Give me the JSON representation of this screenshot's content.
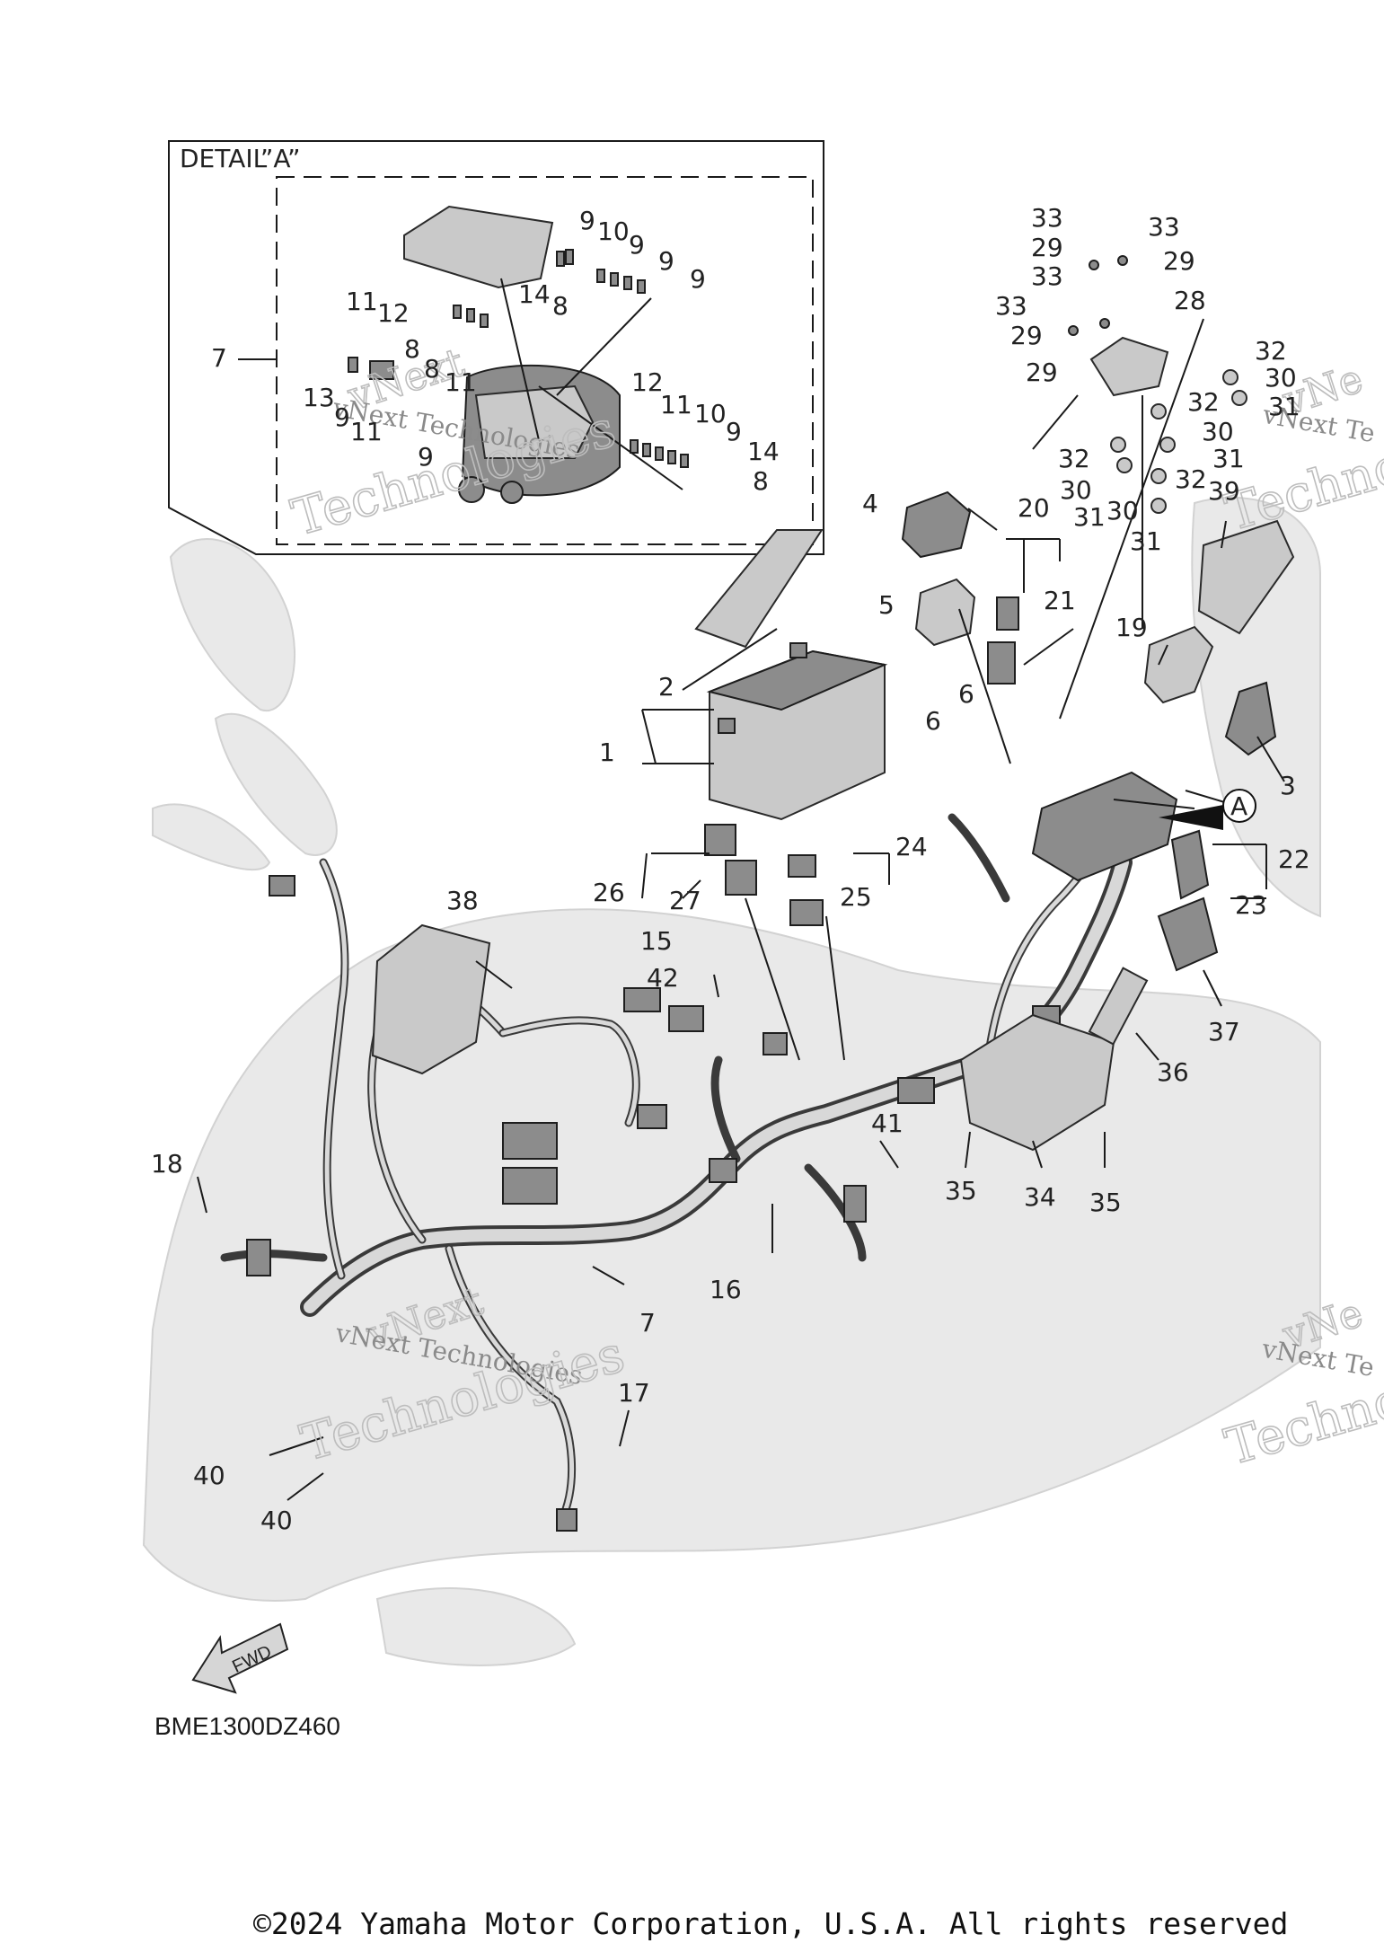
{
  "detail_title": "DETAIL”A”",
  "detail_marker": "A",
  "fwd_label": "FWD",
  "diagram_code": "BME1300DZ460",
  "copyright": "©2024 Yamaha Motor Corporation, U.S.A. All rights reserved",
  "watermark": {
    "line1": "vNext",
    "line2": "vNext Technologies",
    "line3": "Technologies",
    "partial1": "vNe",
    "partial2": "vNext Te",
    "partial3": "Techno"
  },
  "callouts": [
    "1",
    "2",
    "3",
    "4",
    "5",
    "6",
    "7",
    "8",
    "9",
    "10",
    "11",
    "12",
    "13",
    "14",
    "15",
    "16",
    "17",
    "18",
    "19",
    "20",
    "21",
    "22",
    "23",
    "24",
    "25",
    "26",
    "27",
    "28",
    "29",
    "30",
    "31",
    "32",
    "33",
    "34",
    "35",
    "36",
    "37",
    "38",
    "39",
    "40",
    "41",
    "42"
  ]
}
